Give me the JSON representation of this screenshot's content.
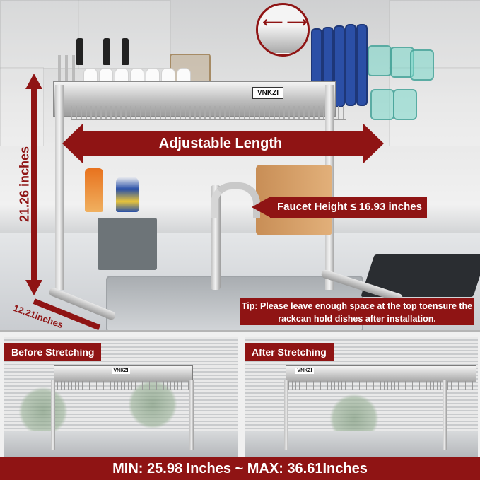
{
  "brand": "VNKZI",
  "colors": {
    "accent": "#8f1414",
    "text_on_accent": "#ffffff"
  },
  "main_photo": {
    "height_label": "21.26 inches",
    "depth_label": "12.21inches",
    "adjustable_label": "Adjustable Length",
    "faucet_label": "Faucet Height  ≤ 16.93 inches",
    "tip_label": "Tip: Please leave enough space at the top toensure the rackcan hold dishes after installation.",
    "inset_icon": "expand-arrows-icon"
  },
  "panels": {
    "before_label": "Before Stretching",
    "after_label": "After Stretching"
  },
  "footer": {
    "range_label": "MIN: 25.98 Inches ~ MAX: 36.61Inches"
  }
}
